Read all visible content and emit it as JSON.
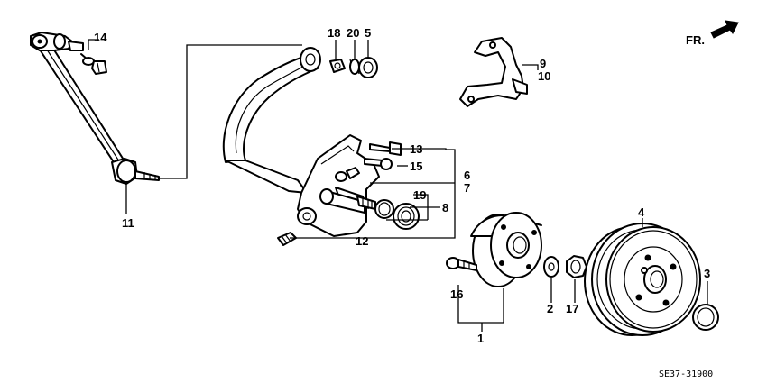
{
  "direction_label": "FR.",
  "part_code": "SE37-31900",
  "callouts": {
    "c1": "1",
    "c2": "2",
    "c3": "3",
    "c4": "4",
    "c5": "5",
    "c6": "6",
    "c7": "7",
    "c8": "8",
    "c9": "9",
    "c10": "10",
    "c11": "11",
    "c12": "12",
    "c13": "13",
    "c14": "14",
    "c15": "15",
    "c16": "16",
    "c17": "17",
    "c18": "18",
    "c19": "19",
    "c20": "20"
  },
  "icons": {
    "direction": "front-direction-arrow-icon"
  }
}
